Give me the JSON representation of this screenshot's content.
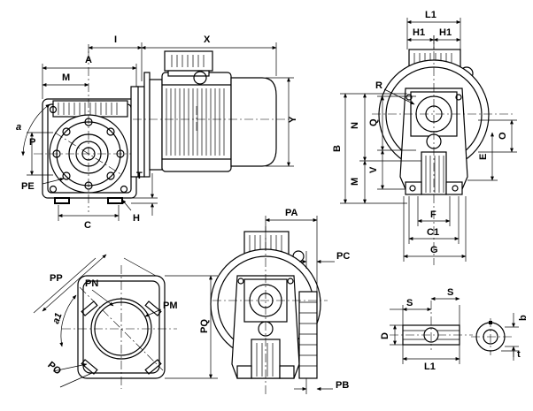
{
  "labels": {
    "I": "I",
    "X": "X",
    "A": "A",
    "M_top": "M",
    "a": "a",
    "P": "P",
    "Y": "Y",
    "PE": "PE",
    "T": "T",
    "C": "C",
    "H": "H",
    "L1_top": "L1",
    "H1_left": "H1",
    "H1_right": "H1",
    "R": "R",
    "B": "B",
    "N": "N",
    "Q": "Q",
    "O": "O",
    "E": "E",
    "M_side": "M",
    "V": "V",
    "F": "F",
    "C1": "C1",
    "G": "G",
    "PP": "PP",
    "PN": "PN",
    "PM": "PM",
    "a1": "a1",
    "PQ": "PQ",
    "PO": "PO",
    "PA": "PA",
    "PC": "PC",
    "PB": "PB",
    "S_left": "S",
    "S_right": "S",
    "D": "D",
    "L1_bottom": "L1",
    "b": "b",
    "t": "t"
  }
}
